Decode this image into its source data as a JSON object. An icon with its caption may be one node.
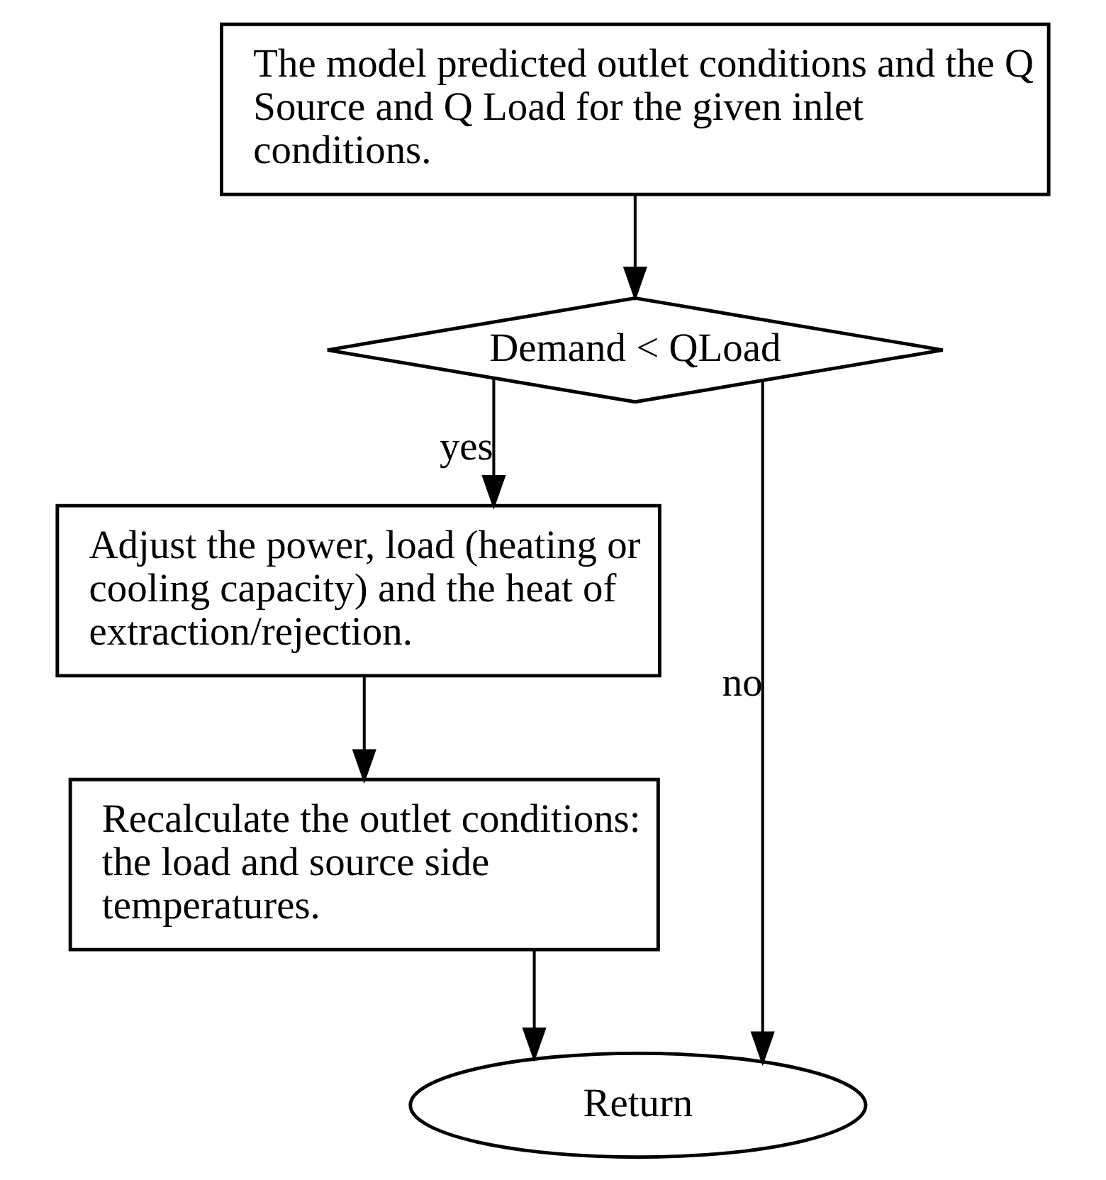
{
  "diagram": {
    "nodes": [
      {
        "text": [
          "The model predicted outlet conditions and the Q Source and Q Load for the given inlet conditions."
        ]
      },
      {
        "text": [
          "Demand < QLoad"
        ]
      },
      {
        "text": [
          "Adjust the power, load (heating or cooling capacity) and the heat of extraction/rejection."
        ]
      },
      {
        "text": [
          "Recalculate the outlet conditions: the load and source side temperatures."
        ]
      },
      {
        "text": [
          "Return"
        ]
      }
    ],
    "edges": [
      {
        "from": 0,
        "to": 1,
        "arrow": "to"
      },
      {
        "from": 1,
        "to": 2,
        "arrow": "to",
        "label": "yes"
      },
      {
        "from": 2,
        "to": 3,
        "arrow": "to"
      },
      {
        "from": 3,
        "to": 4,
        "arrow": "to"
      },
      {
        "from": 1,
        "to": 4,
        "arrow": "to",
        "label": "no"
      }
    ]
  }
}
